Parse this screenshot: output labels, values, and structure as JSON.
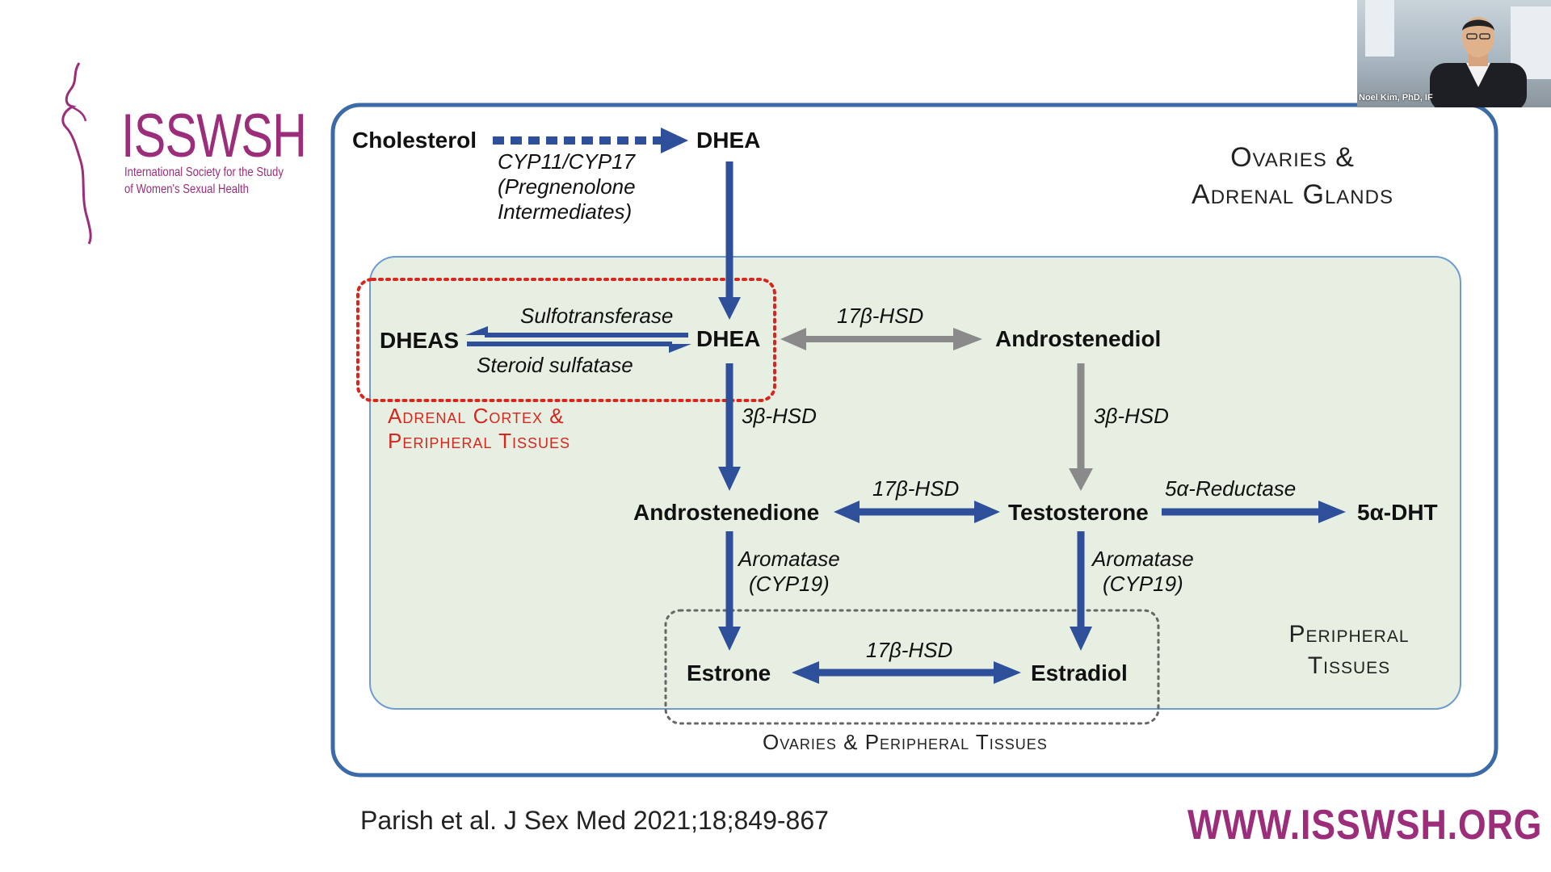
{
  "logo": {
    "title": "ISSWSH",
    "subtitle_line1": "International Society for the Study",
    "subtitle_line2": "of Women's Sexual Health"
  },
  "diagram": {
    "nodes": {
      "cholesterol": "Cholesterol",
      "dhea_top": "DHEA",
      "dheas": "DHEAS",
      "dhea": "DHEA",
      "androstenediol": "Androstenediol",
      "androstenedione": "Androstenedione",
      "testosterone": "Testosterone",
      "dht": "5α-DHT",
      "estrone": "Estrone",
      "estradiol": "Estradiol"
    },
    "enzymes": {
      "cyp_line1": "CYP11/CYP17",
      "cyp_line2": "(Pregnenolone",
      "cyp_line3": "Intermediates)",
      "sulfotransferase": "Sulfotransferase",
      "steroid_sulfatase": "Steroid sulfatase",
      "hsd17_dhea": "17β-HSD",
      "hsd3_left": "3β-HSD",
      "hsd3_right": "3β-HSD",
      "hsd17_mid": "17β-HSD",
      "reductase": "5α-Reductase",
      "aromatase_left_1": "Aromatase",
      "aromatase_left_2": "(CYP19)",
      "aromatase_right_1": "Aromatase",
      "aromatase_right_2": "(CYP19)",
      "hsd17_bottom": "17β-HSD"
    },
    "regions": {
      "ovaries_adrenal_1": "Ovaries &",
      "ovaries_adrenal_2": "Adrenal Glands",
      "adrenal_cortex_1": "Adrenal Cortex &",
      "adrenal_cortex_2": "Peripheral Tissues",
      "peripheral_1": "Peripheral",
      "peripheral_2": "Tissues",
      "ovaries_peripheral": "Ovaries & Peripheral Tissues"
    },
    "colors": {
      "blue": "#2e4f9a",
      "gray": "#8a8a8a",
      "red_dotted": "#d7261e",
      "panel_fill": "#e6efe2",
      "frame": "#3b6aa8"
    }
  },
  "citation": "Parish et al. J Sex Med 2021;18;849-867",
  "website": "WWW.ISSWSH.ORG",
  "webcam": {
    "participant_name": "Noel Kim, PhD, IF"
  }
}
